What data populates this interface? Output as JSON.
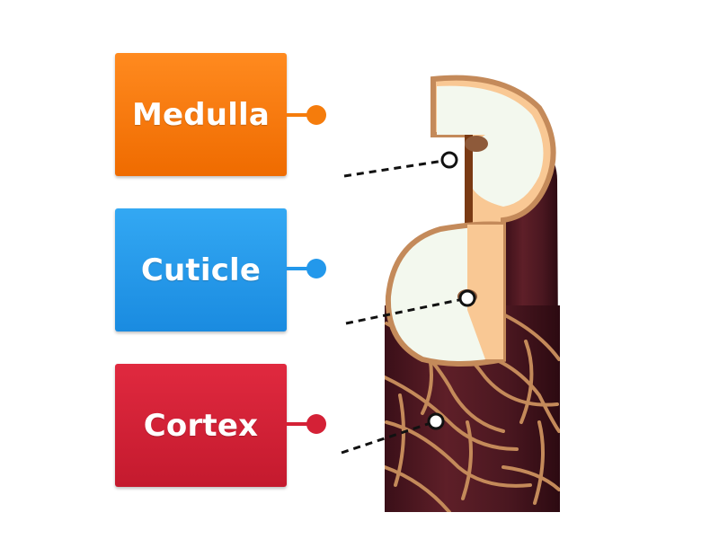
{
  "labels": {
    "medulla": {
      "text": "Medulla",
      "color": "#f57c0c"
    },
    "cuticle": {
      "text": "Cuticle",
      "color": "#2398eb"
    },
    "cortex": {
      "text": "Cortex",
      "color": "#d42136"
    }
  },
  "colors": {
    "hair_dark": "#4a1720",
    "hair_outline": "#c48a5a",
    "cross_section_fill": "#f3f8ee",
    "cortex_fill": "#f9c894",
    "medulla_core": "#7a3a14"
  }
}
